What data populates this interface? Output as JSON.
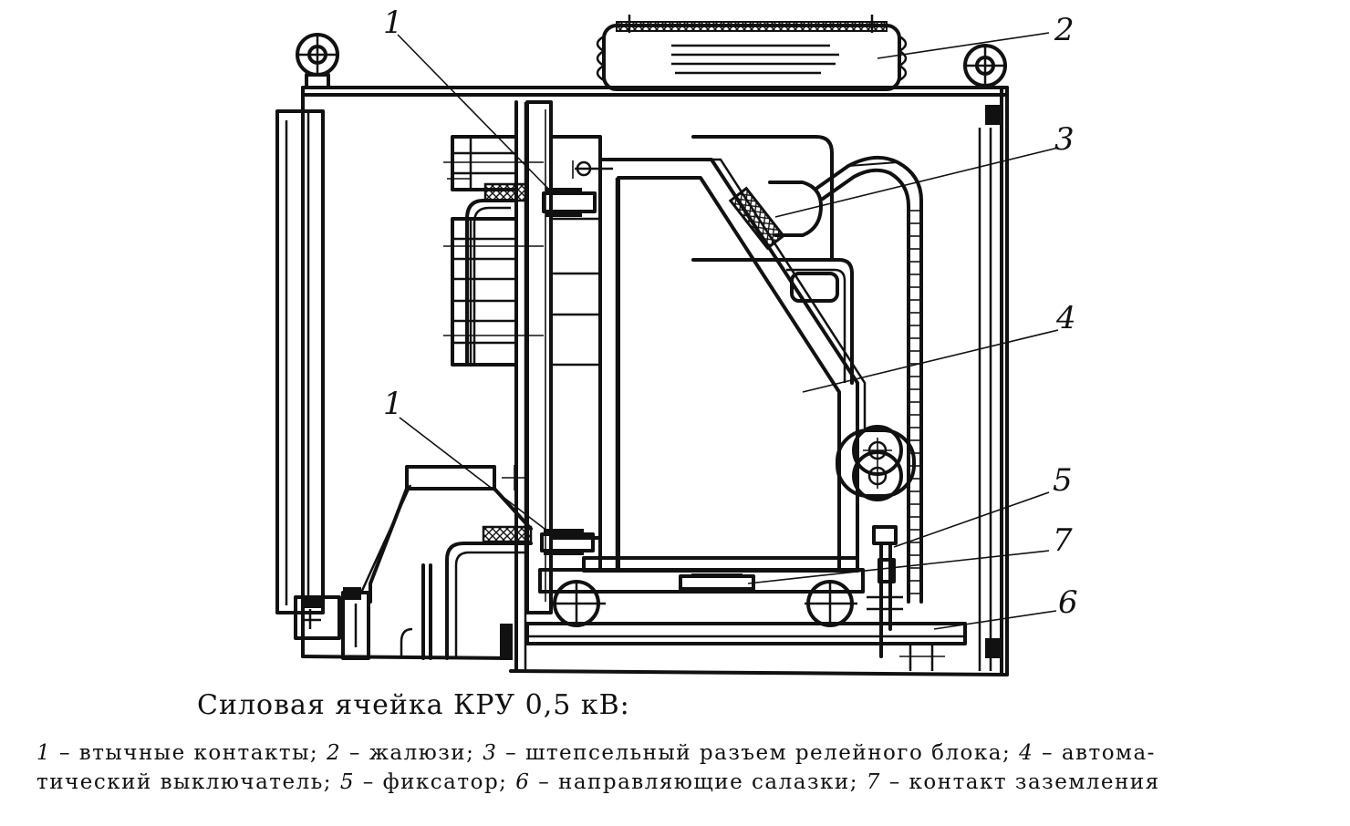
{
  "diagram": {
    "title": "Силовая ячейка КРУ 0,5 кВ:",
    "callouts": [
      {
        "id": "c1a",
        "number": "1"
      },
      {
        "id": "c1b",
        "number": "1"
      },
      {
        "id": "c2",
        "number": "2"
      },
      {
        "id": "c3",
        "number": "3"
      },
      {
        "id": "c4",
        "number": "4"
      },
      {
        "id": "c5",
        "number": "5"
      },
      {
        "id": "c6",
        "number": "6"
      },
      {
        "id": "c7",
        "number": "7"
      }
    ],
    "legend": [
      {
        "number": "1",
        "text": "– втычные контакты;"
      },
      {
        "number": "2",
        "text": "– жалюзи;"
      },
      {
        "number": "3",
        "text": "– штепсельный разъем релейного блока;"
      },
      {
        "number": "4",
        "text": "– автома-"
      },
      {
        "text_cont": "тический выключатель;"
      },
      {
        "number": "5",
        "text": "– фиксатор;"
      },
      {
        "number": "6",
        "text": "– направляющие салазки;"
      },
      {
        "number": "7",
        "text": "– контакт заземления"
      }
    ]
  }
}
